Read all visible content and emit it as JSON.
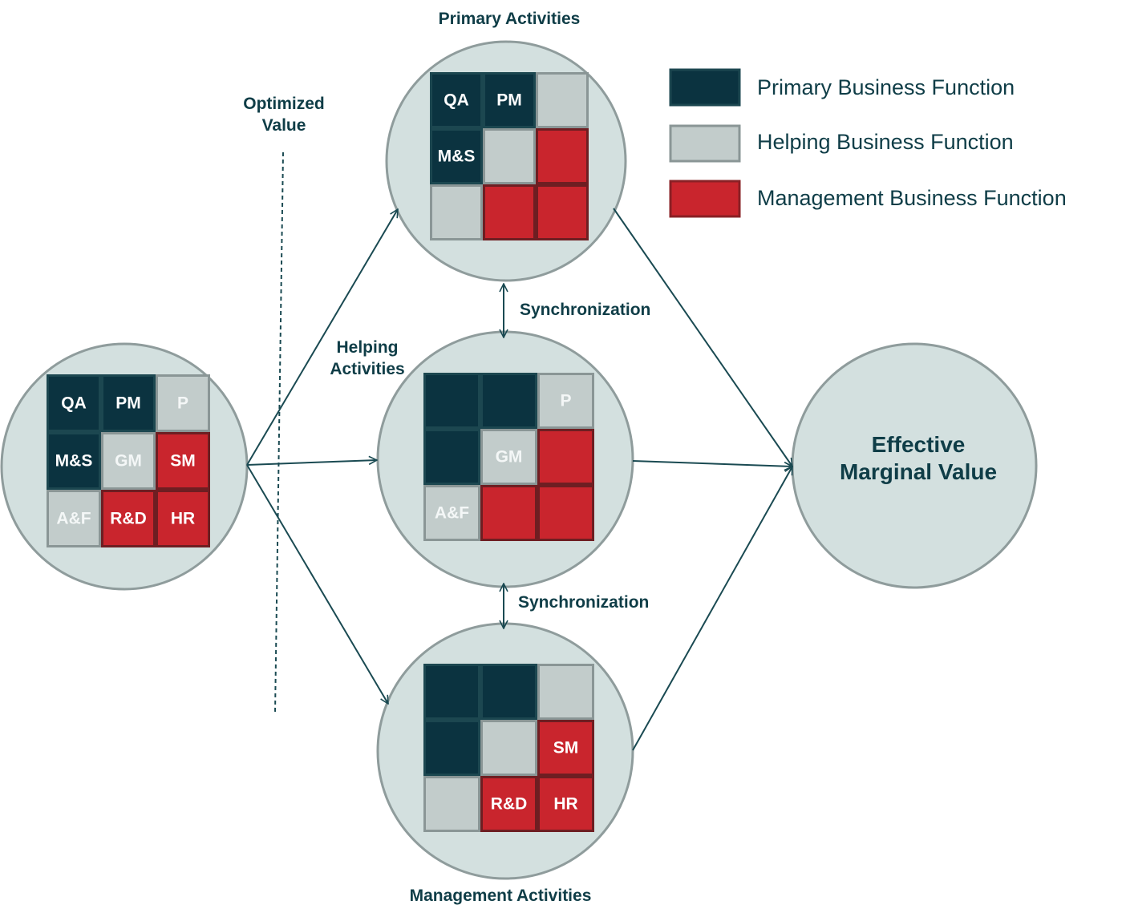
{
  "colors": {
    "primary": "#0b3340",
    "helping": "#c2cccb",
    "management": "#c9252d",
    "circle_fill": "#d3e0df",
    "circle_stroke": "#8f9c9c",
    "cell_border": "#8a9696",
    "line": "#1a4a52",
    "text": "#0f3d47"
  },
  "labels": {
    "primary_activities": "Primary Activities",
    "optimized_line1": "Optimized",
    "optimized_line2": "Value",
    "helping_line1": "Helping",
    "helping_line2": "Activities",
    "sync_top": "Synchronization",
    "sync_bottom": "Synchronization",
    "management_activities": "Management Activities",
    "effective_line1": "Effective",
    "effective_line2": "Marginal Value"
  },
  "legend": [
    {
      "type": "primary",
      "label": "Primary Business Function"
    },
    {
      "type": "helping",
      "label": "Helping Business Function"
    },
    {
      "type": "management",
      "label": "Management Business Function"
    }
  ],
  "grids": {
    "source": [
      [
        {
          "type": "primary",
          "label": "QA"
        },
        {
          "type": "primary",
          "label": "PM"
        },
        {
          "type": "helping",
          "label": "P"
        }
      ],
      [
        {
          "type": "primary",
          "label": "M&S"
        },
        {
          "type": "helping",
          "label": "GM"
        },
        {
          "type": "management",
          "label": "SM"
        }
      ],
      [
        {
          "type": "helping",
          "label": "A&F"
        },
        {
          "type": "management",
          "label": "R&D"
        },
        {
          "type": "management",
          "label": "HR"
        }
      ]
    ],
    "primary": [
      [
        {
          "type": "primary",
          "label": "QA"
        },
        {
          "type": "primary",
          "label": "PM"
        },
        {
          "type": "helping",
          "label": ""
        }
      ],
      [
        {
          "type": "primary",
          "label": "M&S"
        },
        {
          "type": "helping",
          "label": ""
        },
        {
          "type": "management",
          "label": ""
        }
      ],
      [
        {
          "type": "helping",
          "label": ""
        },
        {
          "type": "management",
          "label": ""
        },
        {
          "type": "management",
          "label": ""
        }
      ]
    ],
    "helping": [
      [
        {
          "type": "primary",
          "label": ""
        },
        {
          "type": "primary",
          "label": ""
        },
        {
          "type": "helping",
          "label": "P"
        }
      ],
      [
        {
          "type": "primary",
          "label": ""
        },
        {
          "type": "helping",
          "label": "GM"
        },
        {
          "type": "management",
          "label": ""
        }
      ],
      [
        {
          "type": "helping",
          "label": "A&F"
        },
        {
          "type": "management",
          "label": ""
        },
        {
          "type": "management",
          "label": ""
        }
      ]
    ],
    "management": [
      [
        {
          "type": "primary",
          "label": ""
        },
        {
          "type": "primary",
          "label": ""
        },
        {
          "type": "helping",
          "label": ""
        }
      ],
      [
        {
          "type": "primary",
          "label": ""
        },
        {
          "type": "helping",
          "label": ""
        },
        {
          "type": "management",
          "label": "SM"
        }
      ],
      [
        {
          "type": "helping",
          "label": ""
        },
        {
          "type": "management",
          "label": "R&D"
        },
        {
          "type": "management",
          "label": "HR"
        }
      ]
    ]
  }
}
